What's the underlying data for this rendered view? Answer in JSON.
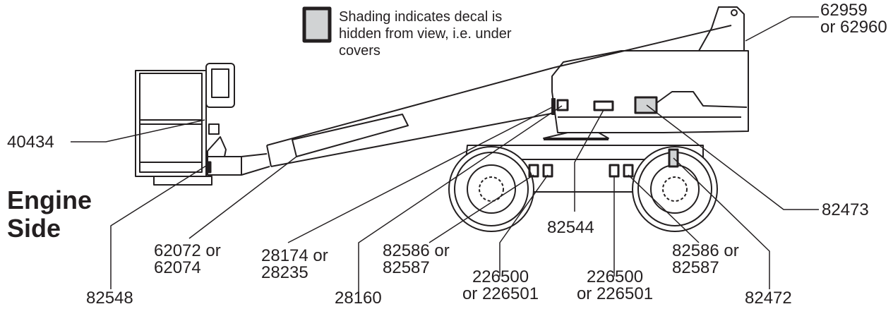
{
  "legend": {
    "text": "Shading indicates decal is\nhidden from view, i.e. under\ncovers"
  },
  "side_title": "Engine\nSide",
  "callouts": {
    "c62959": "62959\nor 62960",
    "c40434": "40434",
    "c82473": "82473",
    "c82544": "82544",
    "c62072": "62072 or\n62074",
    "c28174": "28174 or\n28235",
    "c82586a": "82586 or\n82587",
    "c82586b": "82586 or\n82587",
    "c226500a": "226500\nor 226501",
    "c226500b": "226500\nor 226501",
    "c82548": "82548",
    "c28160": "28160",
    "c82472": "82472"
  }
}
